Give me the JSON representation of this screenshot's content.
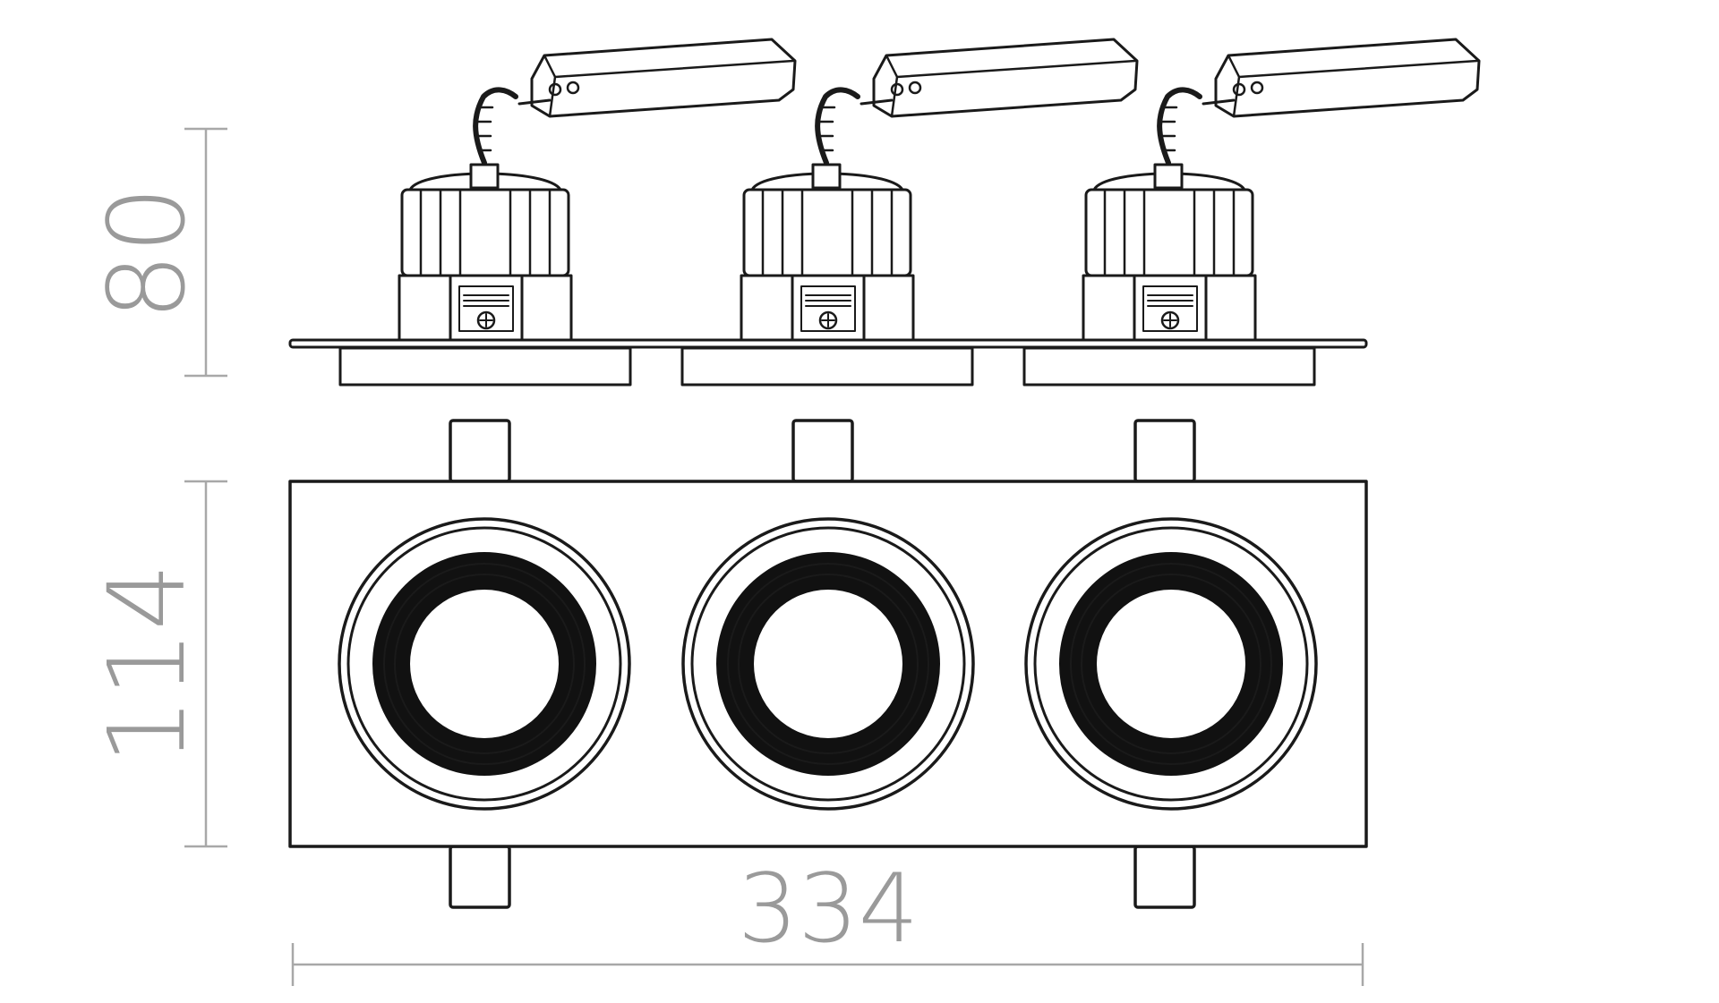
{
  "dimensions": {
    "height": "80",
    "depth": "114",
    "width": "334"
  },
  "modules": [
    {
      "id": "left"
    },
    {
      "id": "center"
    },
    {
      "id": "right"
    }
  ],
  "colors": {
    "ink": "#1a1a1a",
    "dimension": "#9a9a9a",
    "background": "#ffffff"
  }
}
